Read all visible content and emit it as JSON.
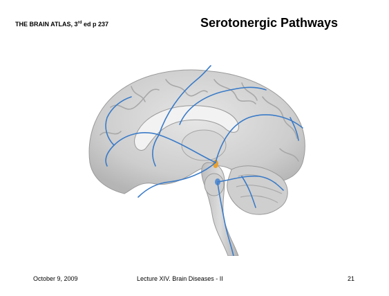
{
  "slide": {
    "source_main": "THE BRAIN ATLAS, 3",
    "source_sup": "rd",
    "source_tail": " ed p 237",
    "title": "Serotonergic Pathways"
  },
  "footer": {
    "date": "October 9, 2009",
    "lecture": "Lecture XIV. Brain Diseases - II",
    "page": "21"
  },
  "colors": {
    "pathway": "#3a7bc8",
    "brain": "#cfcfcf",
    "nucleus": "#e8a030"
  }
}
